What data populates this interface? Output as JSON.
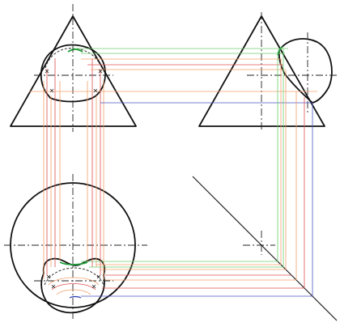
{
  "drawing": {
    "type": "three-view orthographic projection",
    "views": [
      "front",
      "side",
      "top"
    ],
    "colors": {
      "outline": "#111111",
      "projection_orange": "#f0a06a",
      "projection_red": "#e05050",
      "projection_green": "#6ccf6c",
      "projection_blue": "#4a55c0",
      "intersection_green": "#1f9e3a"
    }
  }
}
